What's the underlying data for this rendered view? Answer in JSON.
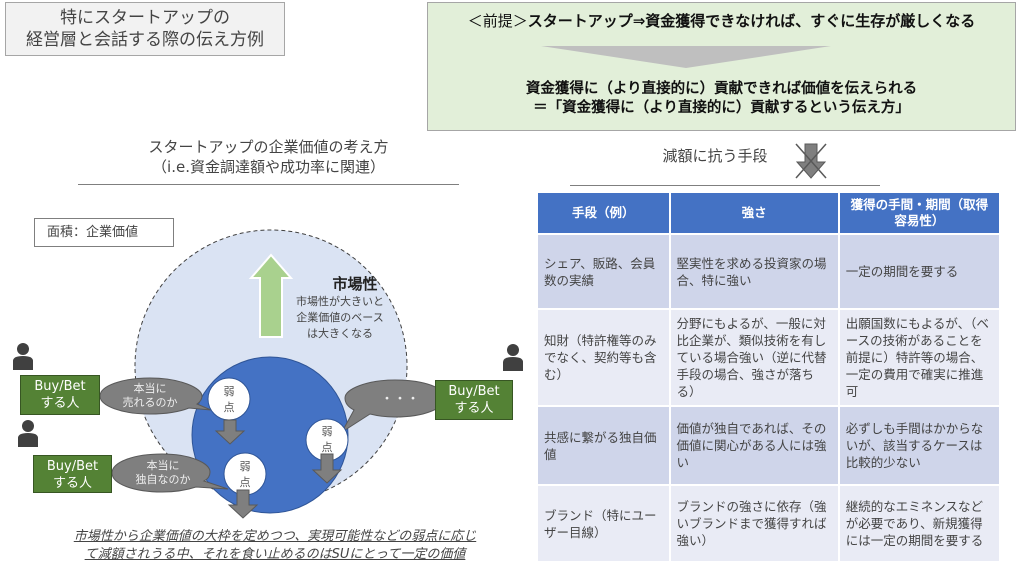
{
  "title": {
    "line1": "特にスタートアップの",
    "line2": "経営層と会話する際の伝え方例"
  },
  "premise": {
    "prefix": "＜前提＞",
    "line1": "スタートアップ⇒資金獲得できなければ、すぐに生存が厳しくなる",
    "line2": "資金獲得に（より直接的に）貢献できれば価値を伝えられる",
    "line3": "＝「資金獲得に（より直接的に）貢献するという伝え方」"
  },
  "left": {
    "heading1": "スタートアップの企業価値の考え方",
    "heading2": "（i.e.資金調達額や成功率に関連）",
    "area_label": "面積：企業価値",
    "market_title": "市場性",
    "market_desc": [
      "市場性が大きいと",
      "企業価値のベース",
      "は大きくなる"
    ],
    "buyers": [
      {
        "l1": "Buy/Bet",
        "l2": "する人",
        "q1": "本当に",
        "q2": "売れるのか"
      },
      {
        "l1": "Buy/Bet",
        "l2": "する人",
        "q1": "本当に",
        "q2": "独自なのか"
      },
      {
        "l1": "Buy/Bet",
        "l2": "する人",
        "q1": "・・・",
        "q2": ""
      }
    ],
    "weak_label": [
      "弱",
      "点"
    ],
    "caption1": "市場性から企業価値の大枠を定めつつ、実現可能性などの弱点に応じ",
    "caption2": "て減額されうる中、それを食い止めるのはSUにとって一定の価値"
  },
  "right": {
    "heading": "減額に抗う手段",
    "table": {
      "headers": [
        "手段（例）",
        "強さ",
        "獲得の手間・期間（取得容易性）"
      ],
      "rows": [
        [
          "シェア、販路、会員数の実績",
          "堅実性を求める投資家の場合、特に強い",
          "一定の期間を要する"
        ],
        [
          "知財（特許権等のみでなく、契約等も含む）",
          "分野にもよるが、一般に対比企業が、類似技術を有している場合強い（逆に代替手段の場合、強さが落ちる）",
          "出願国数にもよるが、（ベースの技術があることを前提に）特許等の場合、一定の費用で確実に推進可"
        ],
        [
          "共感に繋がる独自価値",
          "価値が独自であれば、その価値に関心がある人には強い",
          "必ずしも手間はかからないが、該当するケースは比較的少ない"
        ],
        [
          "ブランド（特にユーザー目線）",
          "ブランドの強さに依存（強いブランドまで獲得すれば強い）",
          "継続的なエミネンスなどが必要であり、新規獲得には一定の期間を要する"
        ]
      ]
    }
  },
  "colors": {
    "header": "#4472c4",
    "green": "#548235",
    "premise_bg": "#e2efd9",
    "blue_circle": "#4472c4"
  }
}
